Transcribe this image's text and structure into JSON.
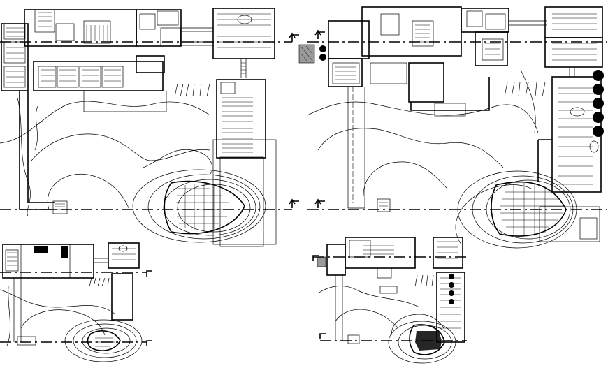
{
  "sheet": {
    "background": "#ffffff",
    "ink": "#000000",
    "drawings": [
      {
        "name": "large-plan-left"
      },
      {
        "name": "large-plan-right"
      },
      {
        "name": "small-plan-left"
      },
      {
        "name": "small-plan-right"
      }
    ]
  }
}
